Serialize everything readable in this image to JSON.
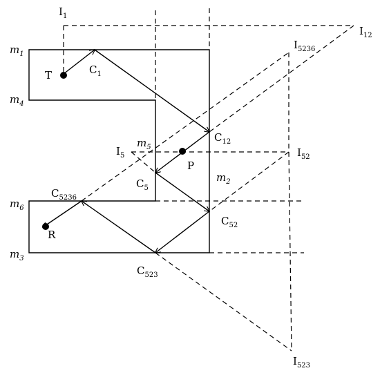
{
  "labels": {
    "I1": {
      "main": "I",
      "sub": "1"
    },
    "I12": {
      "main": "I",
      "sub": "12"
    },
    "I5236": {
      "main": "I",
      "sub": "5236"
    },
    "I5": {
      "main": "I",
      "sub": "5"
    },
    "I52": {
      "main": "I",
      "sub": "52"
    },
    "I523": {
      "main": "I",
      "sub": "523"
    },
    "m1": {
      "main": "m",
      "sub": "1"
    },
    "m4": {
      "main": "m",
      "sub": "4"
    },
    "m5": {
      "main": "m",
      "sub": "5"
    },
    "m2": {
      "main": "m",
      "sub": "2"
    },
    "m6": {
      "main": "m",
      "sub": "6"
    },
    "m3": {
      "main": "m",
      "sub": "3"
    },
    "C1": {
      "main": "C",
      "sub": "1"
    },
    "C12": {
      "main": "C",
      "sub": "12"
    },
    "C5": {
      "main": "C",
      "sub": "5"
    },
    "C52": {
      "main": "C",
      "sub": "52"
    },
    "C5236": {
      "main": "C",
      "sub": "5236"
    },
    "C523": {
      "main": "C",
      "sub": "523"
    },
    "T": {
      "main": "T"
    },
    "P": {
      "main": "P"
    },
    "R": {
      "main": "R"
    }
  }
}
